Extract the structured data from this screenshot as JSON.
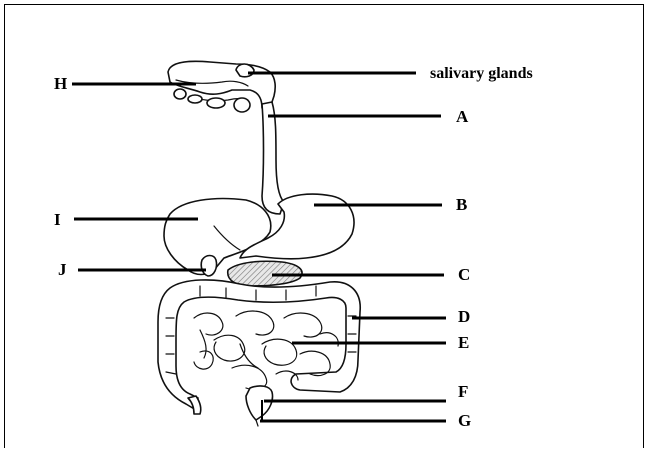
{
  "labels": {
    "salivary": "salivary glands",
    "H": "H",
    "A": "A",
    "B": "B",
    "I": "I",
    "J": "J",
    "C": "C",
    "D": "D",
    "E": "E",
    "F": "F",
    "G": "G"
  },
  "colors": {
    "line": "#000000",
    "background": "#ffffff"
  }
}
